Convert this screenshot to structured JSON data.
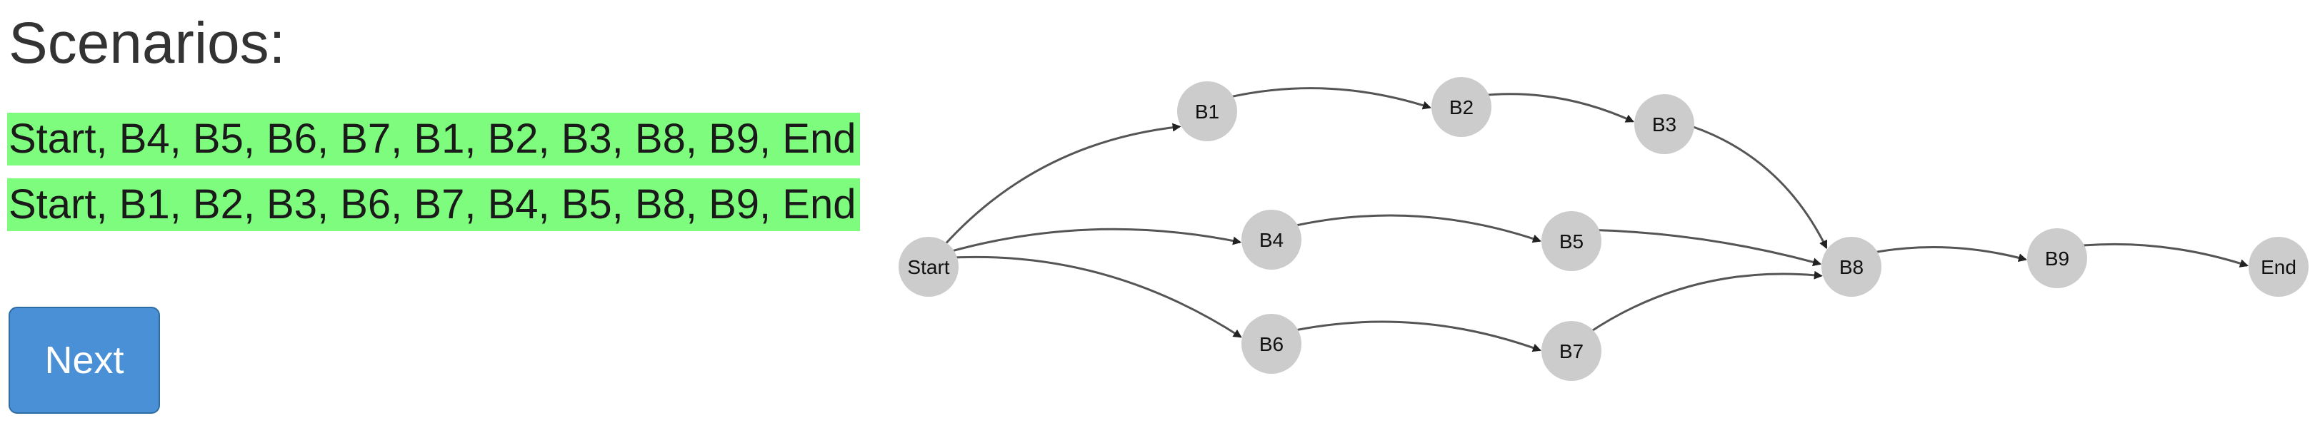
{
  "title": "Scenarios:",
  "scenarios": [
    "Start, B4, B5, B6, B7, B1, B2, B3, B8, B9, End",
    "Start, B1, B2, B3, B6, B7, B4, B5, B8, B9, End"
  ],
  "next_label": "Next",
  "colors": {
    "scenario_highlight": "#7dfc7d",
    "button": "#4a90d6",
    "node": "#cccccc",
    "edge": "#555555"
  },
  "graph": {
    "nodes": [
      {
        "id": "start",
        "label": "Start"
      },
      {
        "id": "b1",
        "label": "B1"
      },
      {
        "id": "b2",
        "label": "B2"
      },
      {
        "id": "b3",
        "label": "B3"
      },
      {
        "id": "b4",
        "label": "B4"
      },
      {
        "id": "b5",
        "label": "B5"
      },
      {
        "id": "b6",
        "label": "B6"
      },
      {
        "id": "b7",
        "label": "B7"
      },
      {
        "id": "b8",
        "label": "B8"
      },
      {
        "id": "b9",
        "label": "B9"
      },
      {
        "id": "end",
        "label": "End"
      }
    ],
    "edges": [
      {
        "from": "start",
        "to": "b1"
      },
      {
        "from": "start",
        "to": "b4"
      },
      {
        "from": "start",
        "to": "b6"
      },
      {
        "from": "b1",
        "to": "b2"
      },
      {
        "from": "b2",
        "to": "b3"
      },
      {
        "from": "b3",
        "to": "b8"
      },
      {
        "from": "b4",
        "to": "b5"
      },
      {
        "from": "b5",
        "to": "b8"
      },
      {
        "from": "b6",
        "to": "b7"
      },
      {
        "from": "b7",
        "to": "b8"
      },
      {
        "from": "b8",
        "to": "b9"
      },
      {
        "from": "b9",
        "to": "end"
      }
    ]
  }
}
